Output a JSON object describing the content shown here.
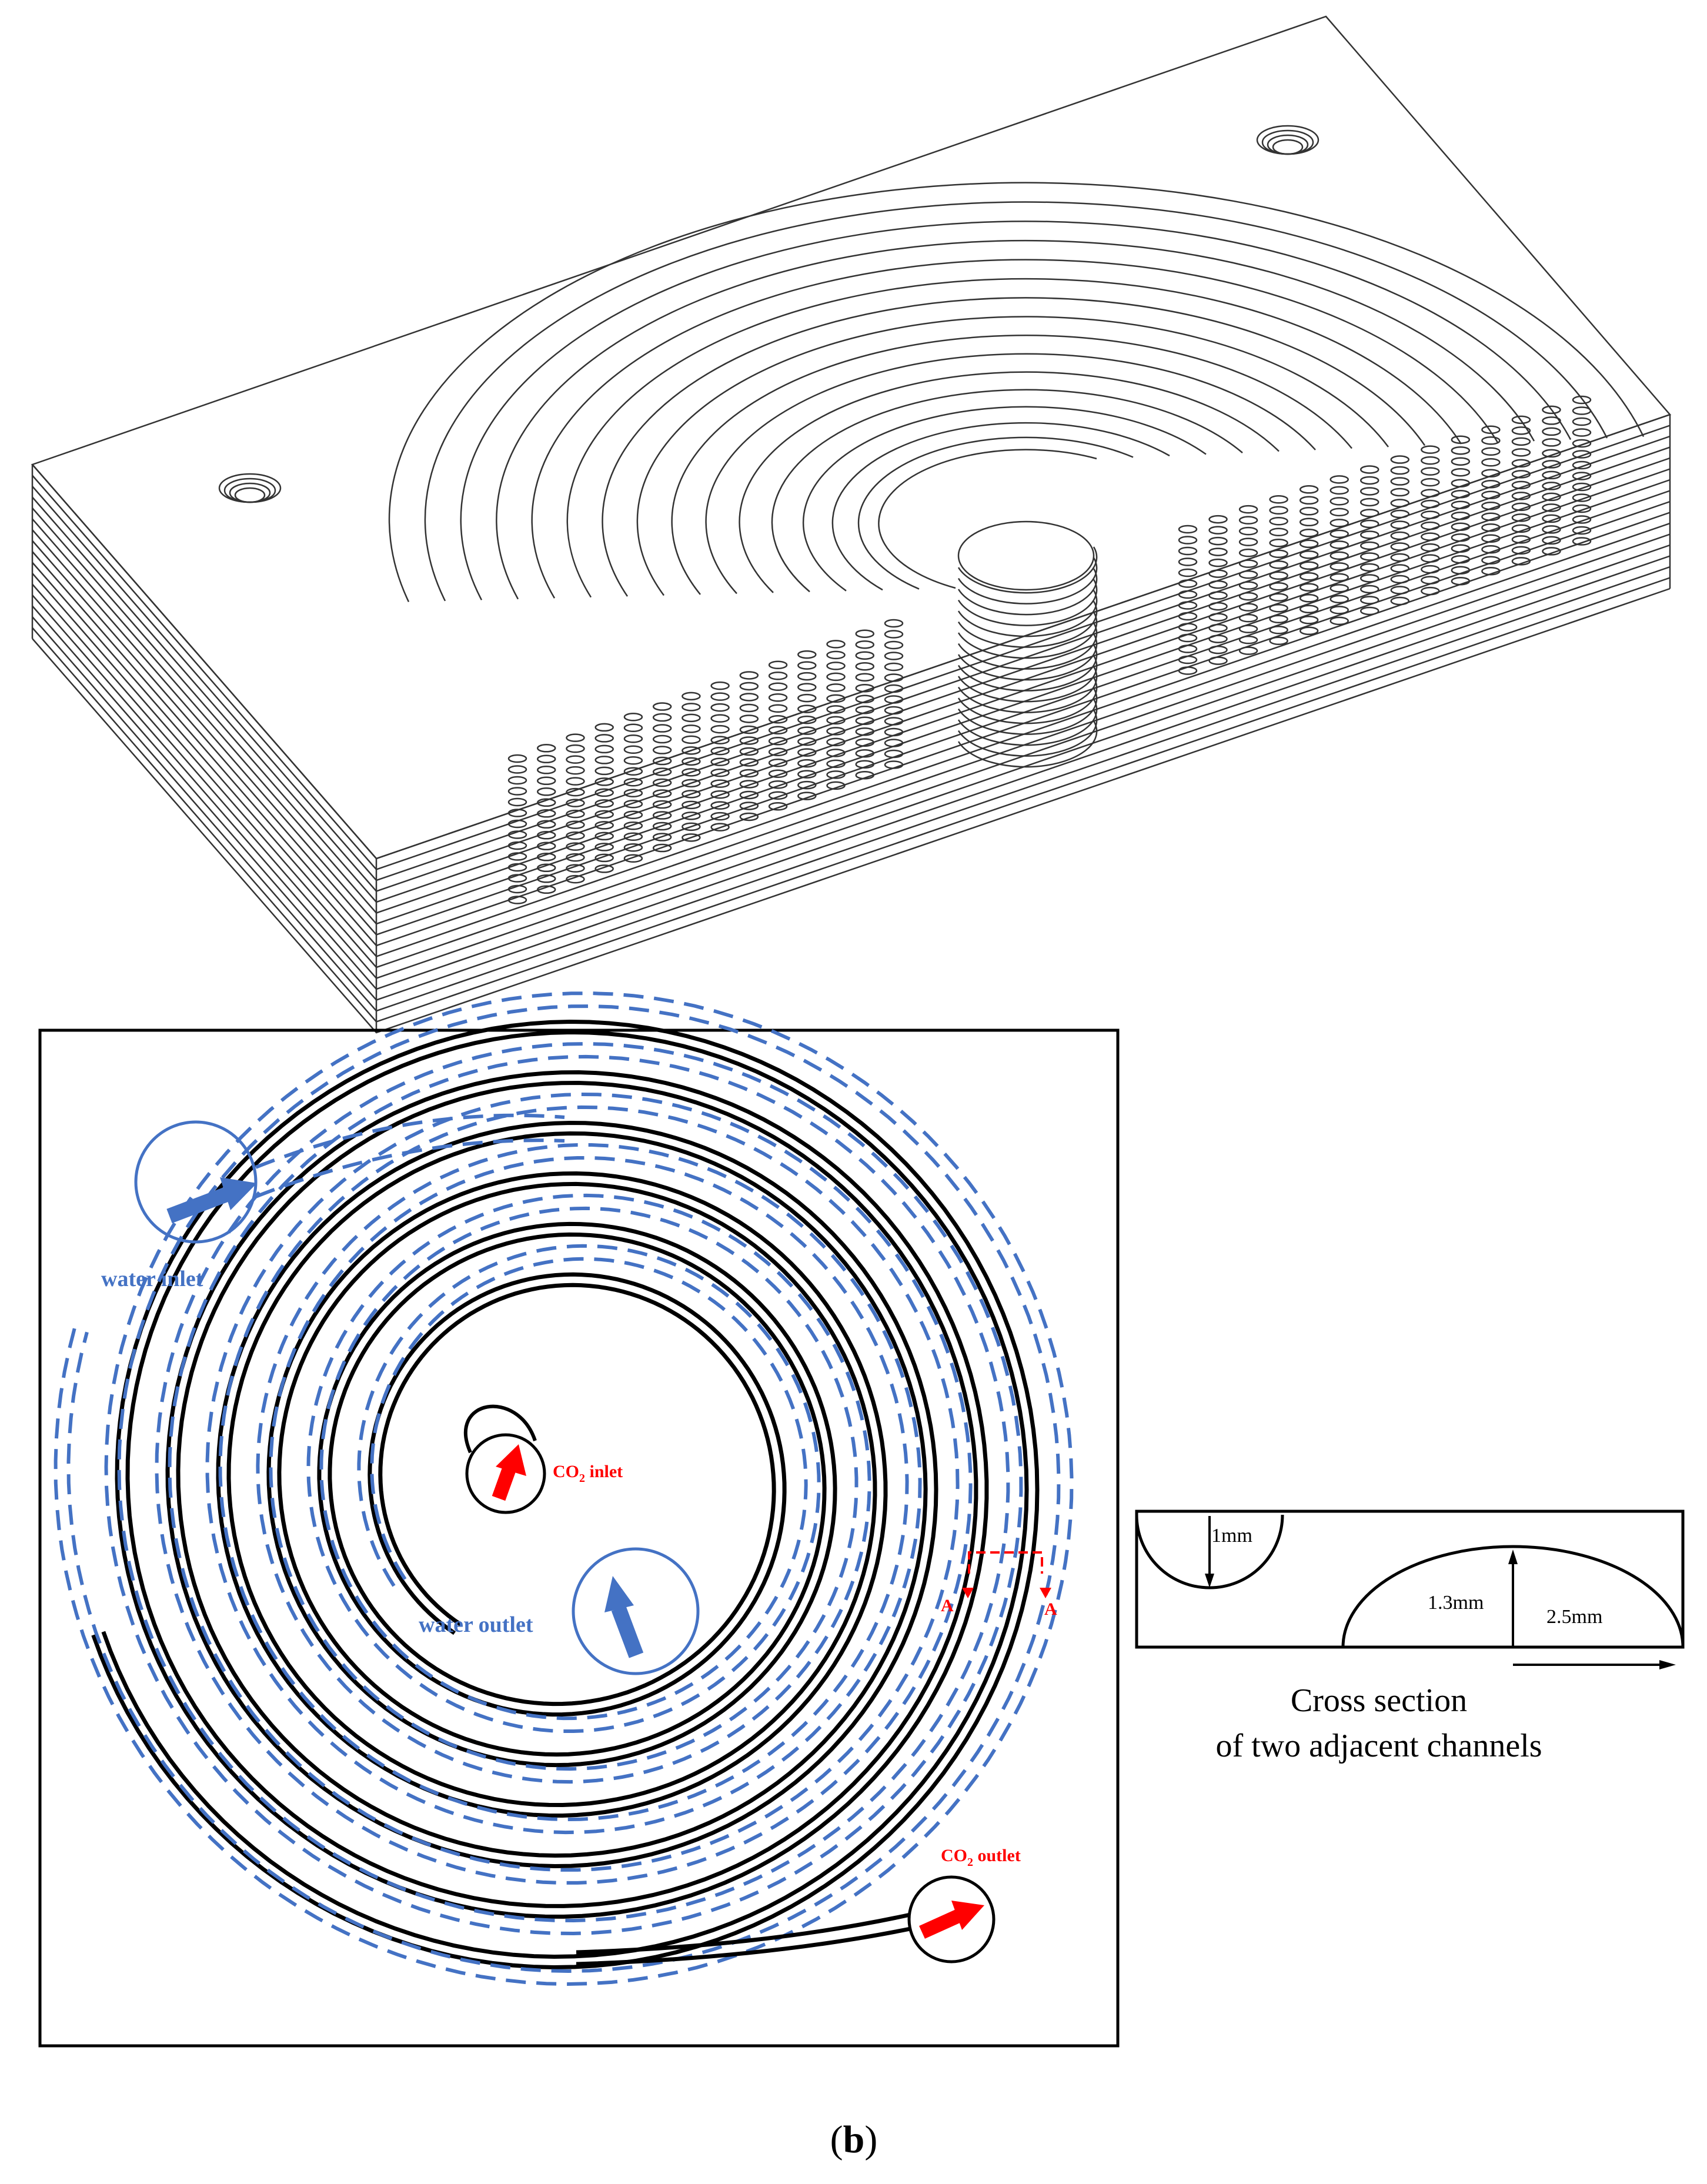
{
  "figure": {
    "caption_open": "(",
    "caption_letter": "b",
    "caption_close": ")"
  },
  "spiral": {
    "water_inlet": "water inlet",
    "water_outlet": "water outlet",
    "co2_inlet_prefix": "CO",
    "co2_inlet_sub": "2",
    "co2_inlet_suffix": " inlet",
    "co2_outlet_prefix": "CO",
    "co2_outlet_sub": "2",
    "co2_outlet_suffix": " outlet",
    "section_left": "A",
    "section_right": "A"
  },
  "cross_section": {
    "depth_label": "1mm",
    "height_label": "1.3mm",
    "width_label": "2.5mm",
    "caption_line1": "Cross section",
    "caption_line2": "of two adjacent channels"
  },
  "colors": {
    "water": "#4472c4",
    "co2": "#ff0000",
    "outline": "#000000"
  }
}
